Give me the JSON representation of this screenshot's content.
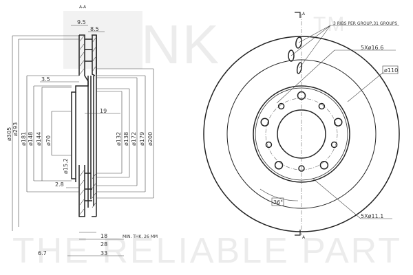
{
  "watermark": {
    "logo": "NK",
    "trademark": "TM",
    "slogan": "THE RELIABLE PART"
  },
  "section_view": {
    "title": "A-A",
    "dims_top": [
      "9.5",
      "8.5"
    ],
    "dims_left": [
      "ø305",
      "ø293",
      "ø181",
      "ø148",
      "ø144",
      "ø70",
      "ø15.2"
    ],
    "dims_right": [
      "ø132",
      "ø138",
      "ø172",
      "ø179",
      "ø200"
    ],
    "hat_step": "3.5",
    "hub_depth": "19",
    "hat_wall": "2.8",
    "dims_bottom": [
      "18",
      "28",
      "33",
      "6.7"
    ],
    "min_thickness": "MIN. THK. 26 MM"
  },
  "front_view": {
    "section_marker": "A",
    "ribs_note": "3 RIBS PER GROUP,31 GROUPS",
    "bolt_holes": "5Xø16.6",
    "pcd": "ø110",
    "angle": "36°",
    "small_holes": "5Xø11.1"
  }
}
